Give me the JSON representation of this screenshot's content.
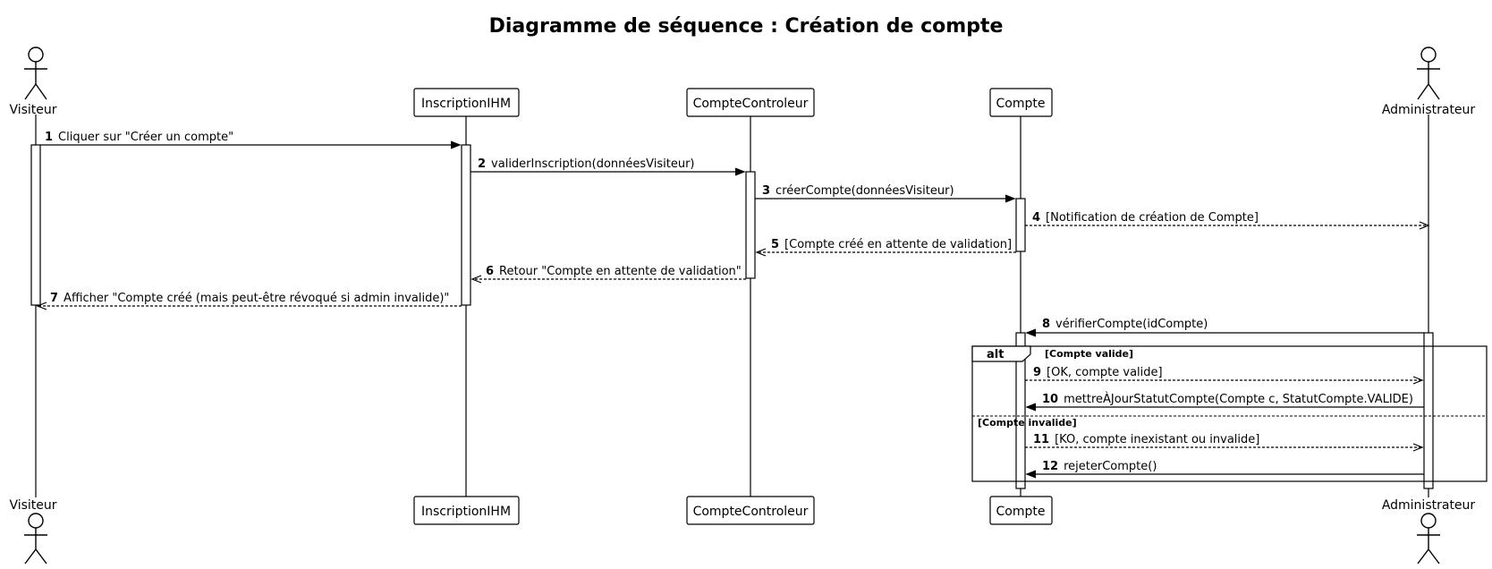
{
  "title": "Diagramme de séquence : Création de compte",
  "participants": [
    {
      "id": "visiteur",
      "label": "Visiteur",
      "kind": "actor"
    },
    {
      "id": "ihm",
      "label": "InscriptionIHM",
      "kind": "box"
    },
    {
      "id": "ctrl",
      "label": "CompteControleur",
      "kind": "box"
    },
    {
      "id": "compte",
      "label": "Compte",
      "kind": "box"
    },
    {
      "id": "admin",
      "label": "Administrateur",
      "kind": "actor"
    }
  ],
  "messages": [
    {
      "num": "1",
      "text": "Cliquer sur \"Créer un compte\"",
      "from": "visiteur",
      "to": "ihm",
      "style": "solid"
    },
    {
      "num": "2",
      "text": "validerInscription(donnéesVisiteur)",
      "from": "ihm",
      "to": "ctrl",
      "style": "solid"
    },
    {
      "num": "3",
      "text": "créerCompte(donnéesVisiteur)",
      "from": "ctrl",
      "to": "compte",
      "style": "solid"
    },
    {
      "num": "4",
      "text": "[Notification de création de Compte]",
      "from": "compte",
      "to": "admin",
      "style": "dashed"
    },
    {
      "num": "5",
      "text": "[Compte créé en attente de validation]",
      "from": "compte",
      "to": "ctrl",
      "style": "dashed"
    },
    {
      "num": "6",
      "text": "Retour \"Compte en attente de validation\"",
      "from": "ctrl",
      "to": "ihm",
      "style": "dashed"
    },
    {
      "num": "7",
      "text": "Afficher \"Compte créé (mais peut-être révoqué si admin invalide)\"",
      "from": "ihm",
      "to": "visiteur",
      "style": "dashed"
    },
    {
      "num": "8",
      "text": "vérifierCompte(idCompte)",
      "from": "admin",
      "to": "compte",
      "style": "solid"
    },
    {
      "num": "9",
      "text": "[OK, compte valide]",
      "from": "compte",
      "to": "admin",
      "style": "dashed"
    },
    {
      "num": "10",
      "text": "mettreÀJourStatutCompte(Compte c, StatutCompte.VALIDE)",
      "from": "admin",
      "to": "compte",
      "style": "solid"
    },
    {
      "num": "11",
      "text": "[KO, compte inexistant ou invalide]",
      "from": "compte",
      "to": "admin",
      "style": "dashed"
    },
    {
      "num": "12",
      "text": "rejeterCompte()",
      "from": "admin",
      "to": "compte",
      "style": "solid"
    }
  ],
  "fragment": {
    "operator": "alt",
    "guard1": "[Compte valide]",
    "guard2": "[Compte invalide]"
  }
}
